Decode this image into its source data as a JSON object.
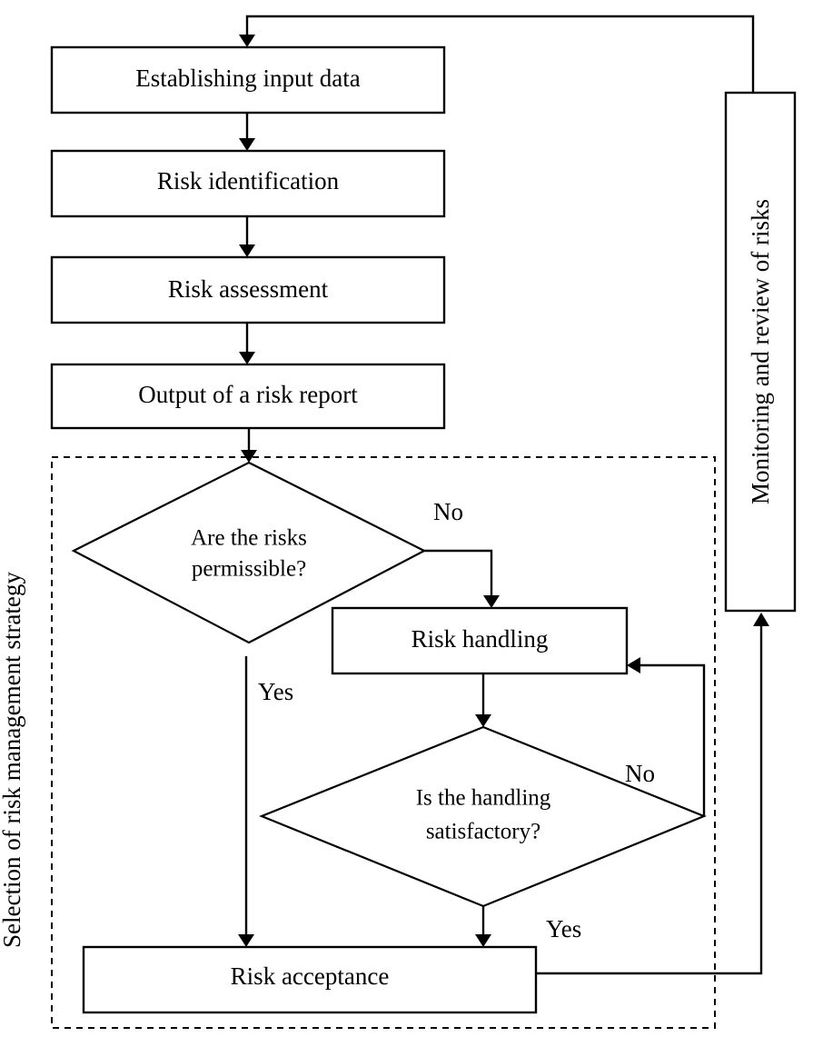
{
  "boxes": {
    "input_data": "Establishing input data",
    "identification": "Risk identification",
    "assessment": "Risk assessment",
    "report": "Output of a risk report",
    "handling": "Risk handling",
    "acceptance": "Risk acceptance",
    "monitoring": "Monitoring and review of risks"
  },
  "decisions": {
    "permissible": [
      "Are the risks",
      "permissible?"
    ],
    "satisfactory": [
      "Is the handling",
      "satisfactory?"
    ]
  },
  "branches": {
    "permissible_no": "No",
    "permissible_yes": "Yes",
    "satisfactory_no": "No",
    "satisfactory_yes": "Yes"
  },
  "group_label": "Selection of risk management strategy"
}
